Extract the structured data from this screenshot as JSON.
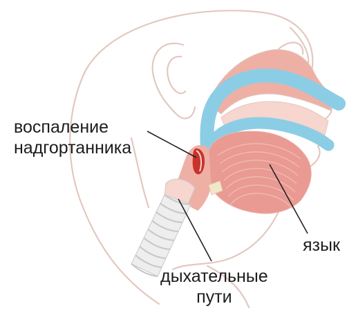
{
  "labels": {
    "epiglottis_inflammation": {
      "line1": "воспаление",
      "line2": "надгортанника"
    },
    "tongue": "язык",
    "airway": {
      "line1": "дыхательные",
      "line2": "пути"
    }
  },
  "colors": {
    "outline": "#e2c8bf",
    "tissue_light": "#f6d6cf",
    "tissue_mid": "#eeb0a5",
    "tongue": "#e99a92",
    "tongue_stripe": "#f1b9b2",
    "airflow": "#8ccde6",
    "airflow_edge": "#5fb4d6",
    "inflamed": "#c9322b",
    "trachea": "#eeeeee",
    "trachea_ring": "#c9c9c9",
    "leader_line": "#222222"
  }
}
